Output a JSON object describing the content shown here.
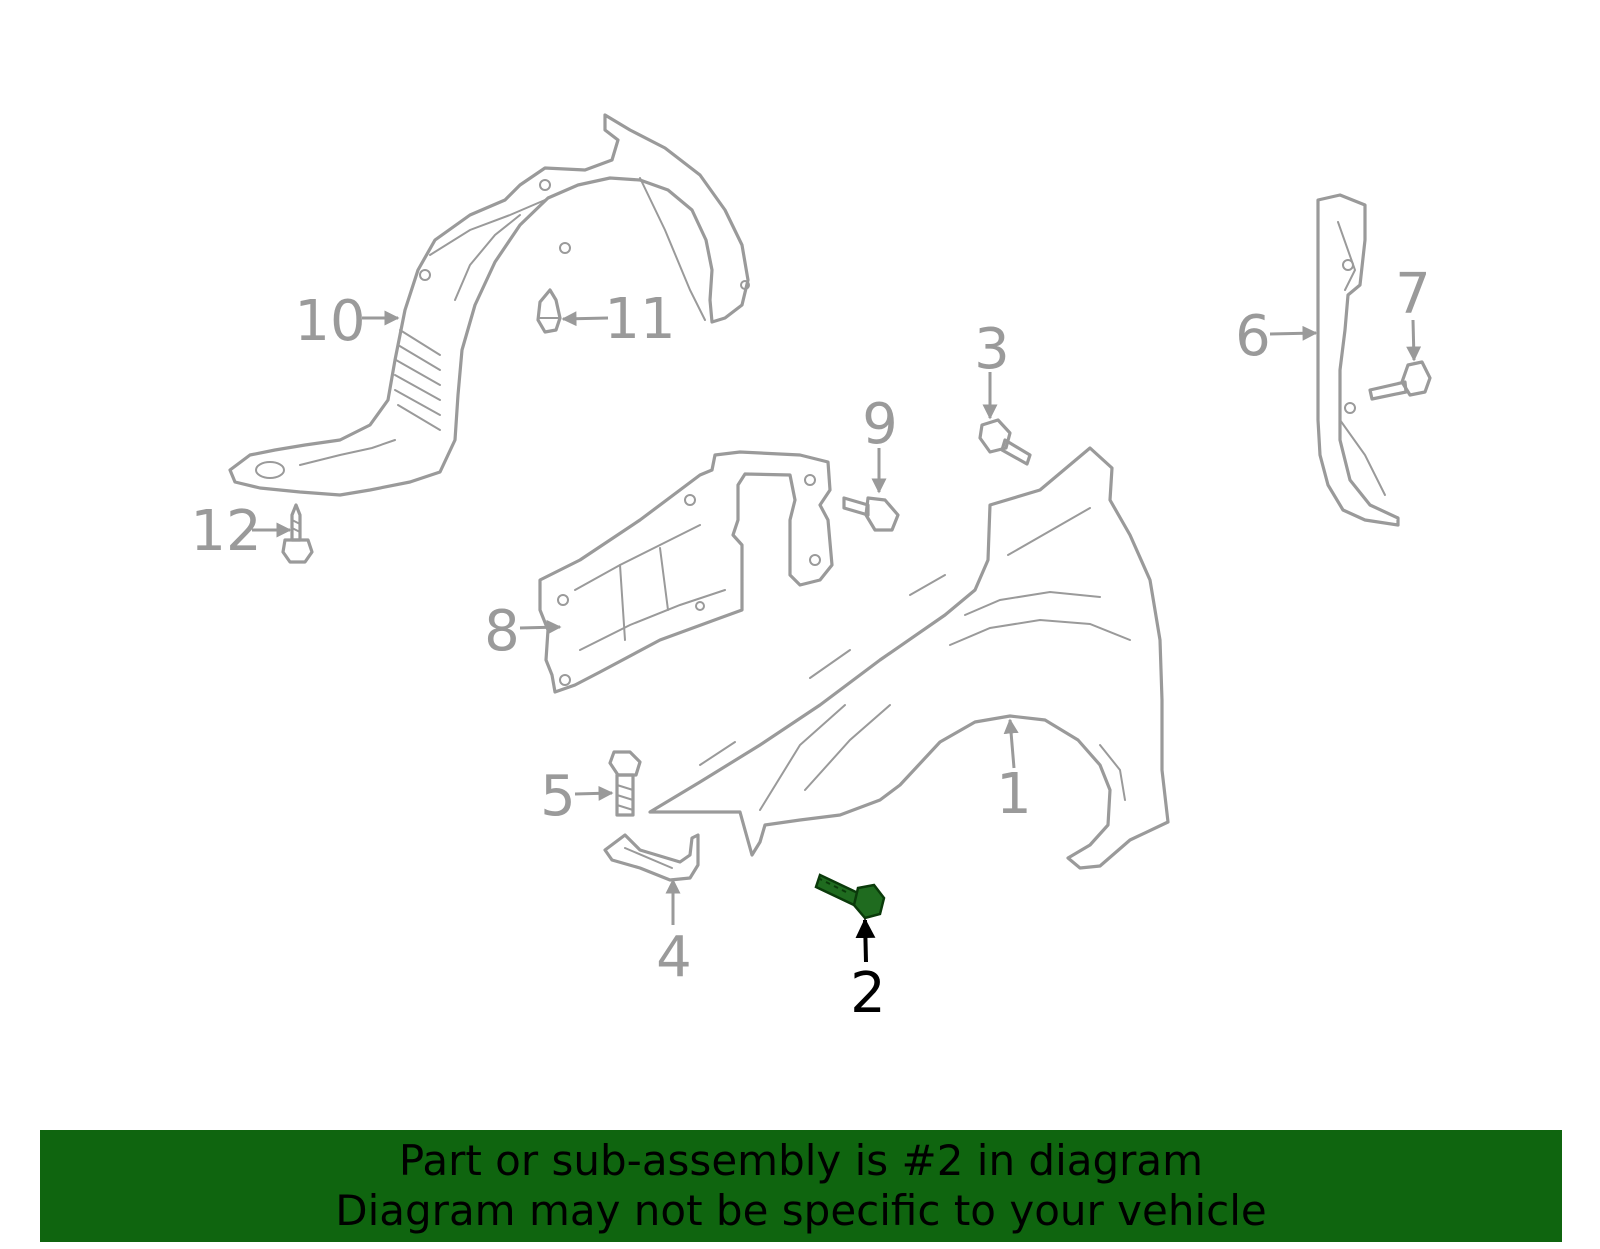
{
  "callouts": {
    "c1": "1",
    "c2": "2",
    "c3": "3",
    "c4": "4",
    "c5": "5",
    "c6": "6",
    "c7": "7",
    "c8": "8",
    "c9": "9",
    "c10": "10",
    "c11": "11",
    "c12": "12"
  },
  "highlight": {
    "callout": "2",
    "color": "#0f650f",
    "part_color": "#1f6b1f"
  },
  "banner": {
    "line1": "Part or sub-assembly is #2 in diagram",
    "line2": "Diagram may not be specific to your vehicle",
    "background": "#0f650f"
  },
  "colors": {
    "line_art": "#9a9a9a",
    "highlight_text": "#000000"
  }
}
